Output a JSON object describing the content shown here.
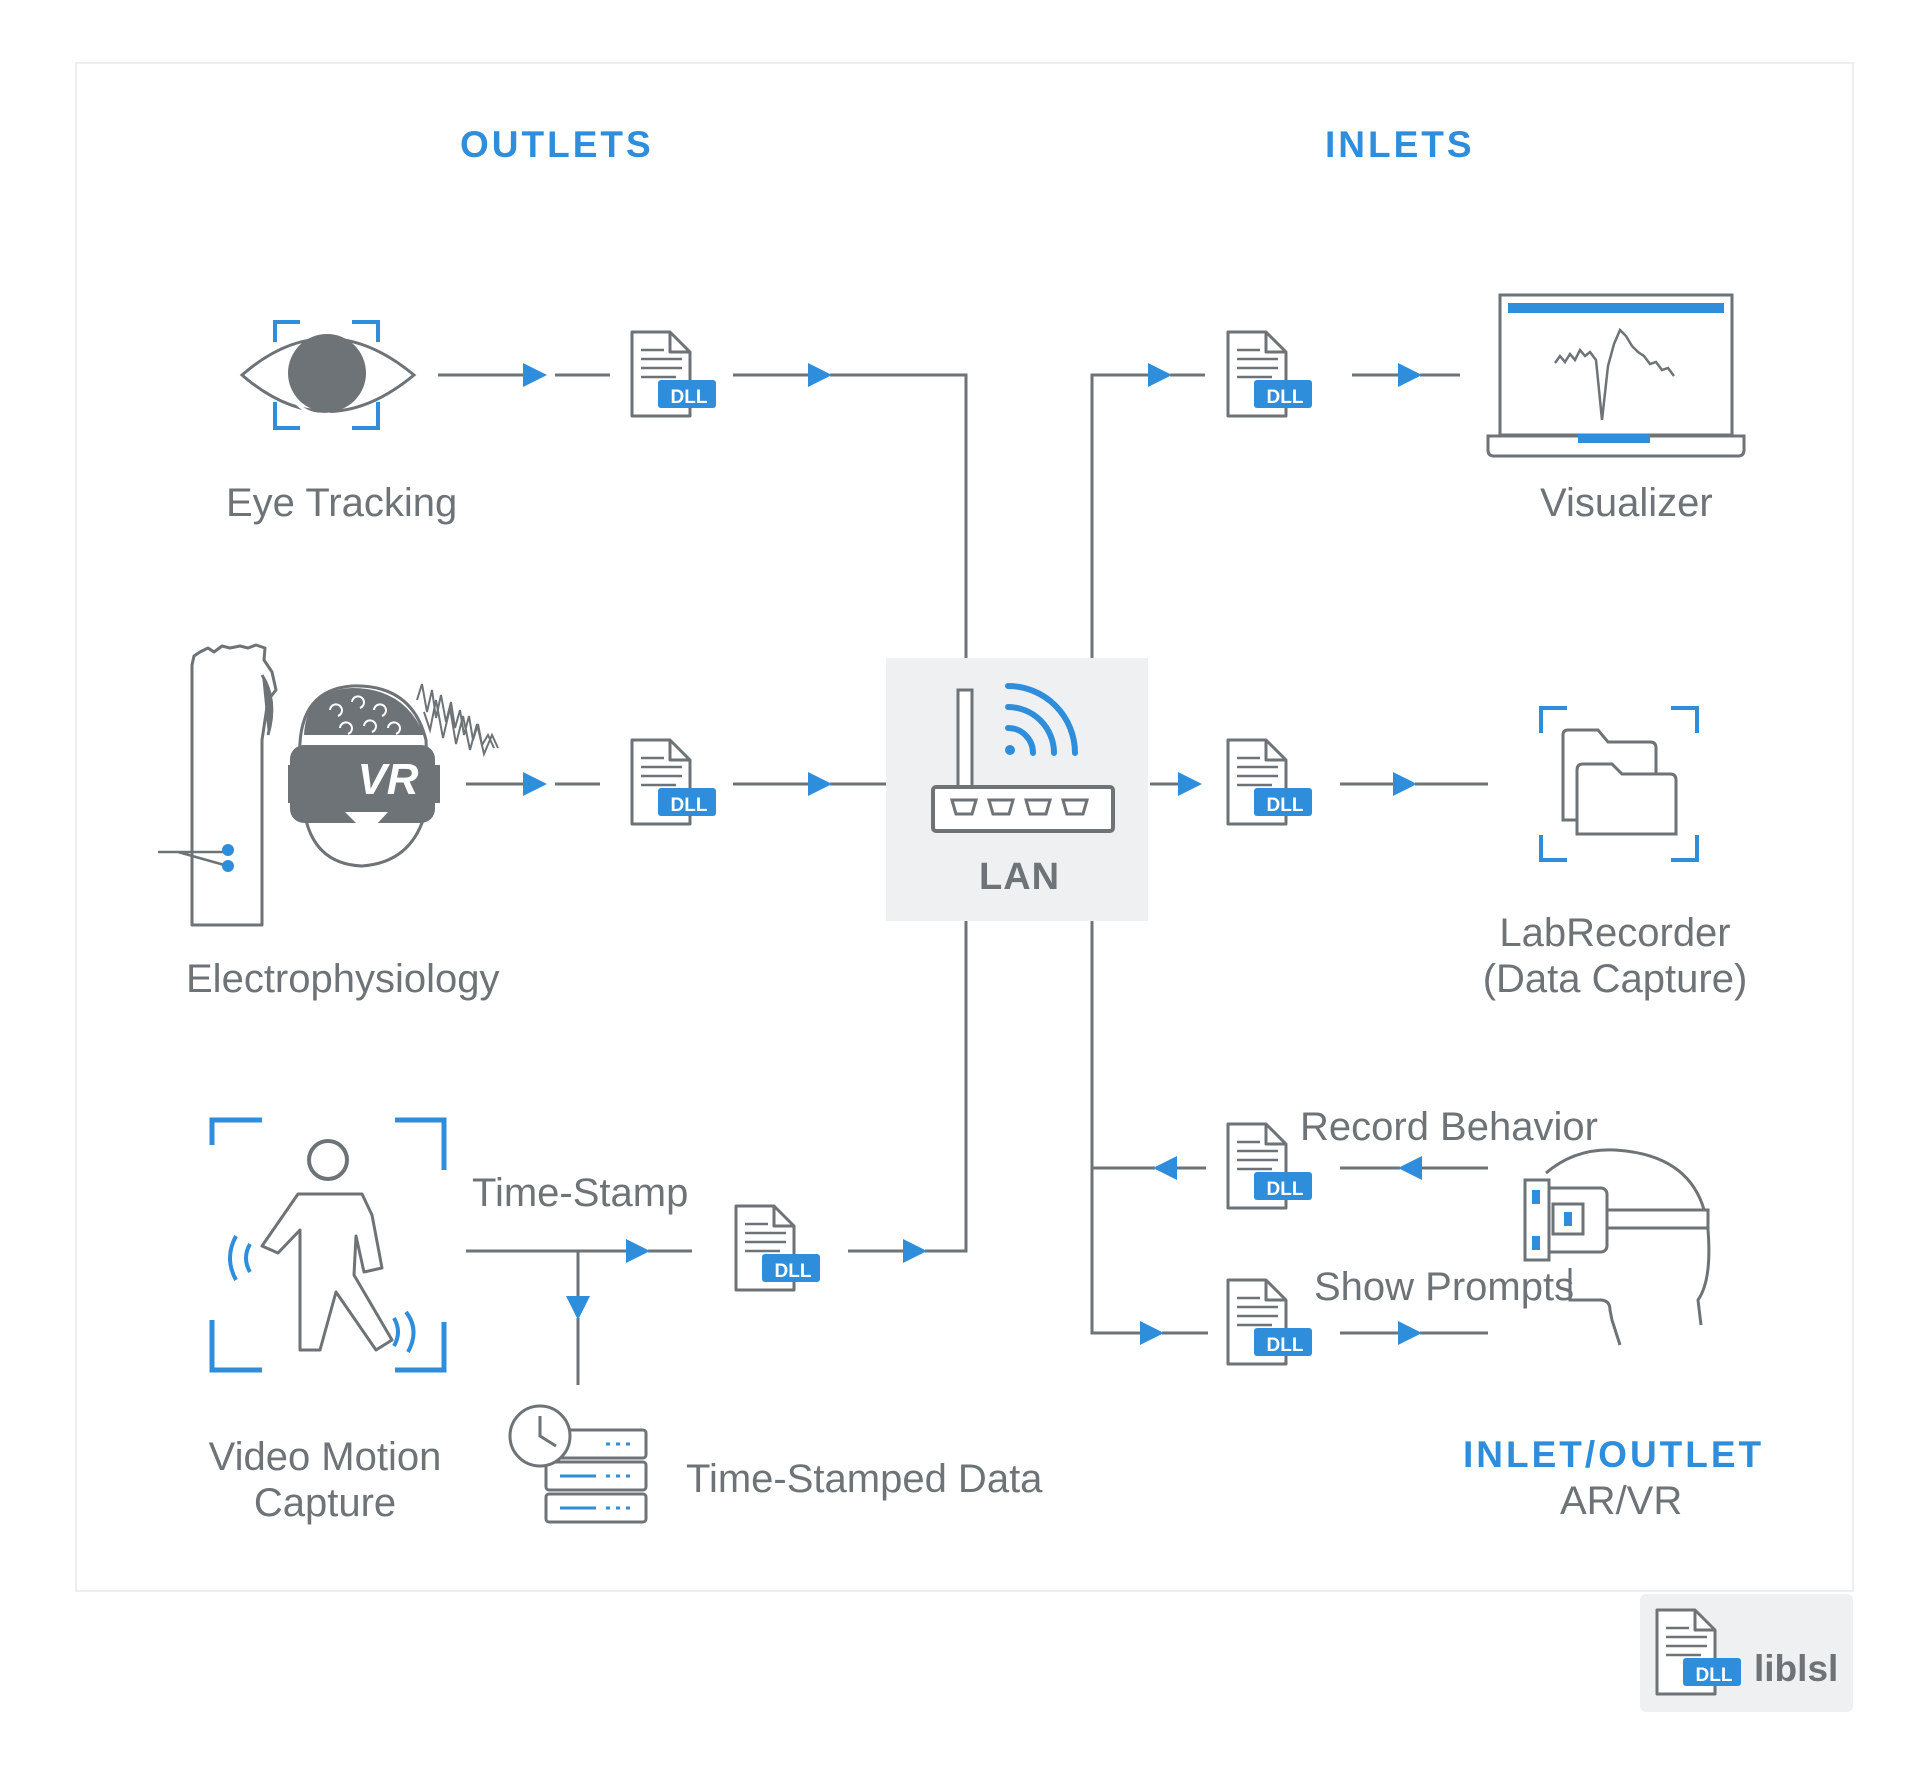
{
  "headings": {
    "outlets": "OUTLETS",
    "inlets": "INLETS",
    "inlet_outlet": "INLET/OUTLET",
    "inlet_outlet_sub": "AR/VR"
  },
  "outlets": {
    "eye_tracking": "Eye Tracking",
    "electrophysiology": "Electrophysiology",
    "video_motion_capture_line1": "Video Motion",
    "video_motion_capture_line2": "Capture",
    "time_stamp": "Time-Stamp",
    "time_stamped_data": "Time-Stamped Data"
  },
  "hub": {
    "label": "LAN"
  },
  "inlets": {
    "visualizer": "Visualizer",
    "labrecorder_line1": "LabRecorder",
    "labrecorder_line2": "(Data Capture)",
    "record_behavior": "Record Behavior",
    "show_prompts": "Show Prompts"
  },
  "dll_badge": "DLL",
  "vr_badge": "VR",
  "legend": {
    "badge": "DLL",
    "name": "liblsl"
  },
  "colors": {
    "accent": "#2f8edb",
    "line": "#6e7378",
    "hub_bg": "#eef0f1"
  }
}
